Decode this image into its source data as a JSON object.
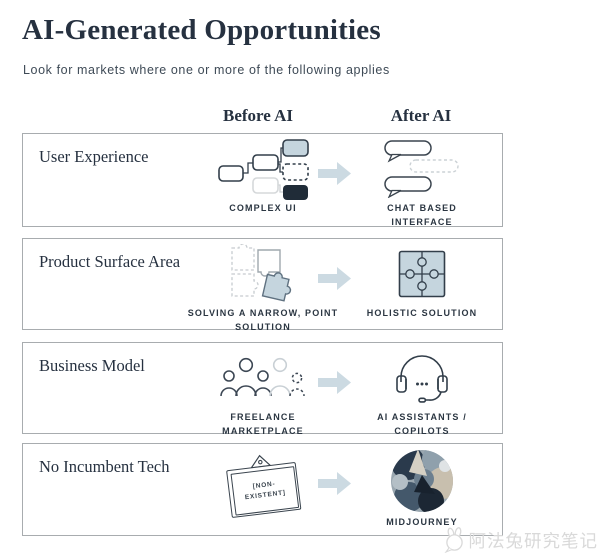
{
  "header": {
    "title": "AI-Generated Opportunities",
    "subtitle": "Look for markets where one or more of the following applies"
  },
  "columns": {
    "before": "Before AI",
    "after": "After AI"
  },
  "rows": [
    {
      "category": "User Experience",
      "before_label": "COMPLEX UI",
      "after_label": "CHAT BASED INTERFACE",
      "before_icon": "complex-ui-icon",
      "after_icon": "chat-bubbles-icon"
    },
    {
      "category": "Product Surface Area",
      "before_label": "SOLVING A NARROW, POINT SOLUTION",
      "after_label": "HOLISTIC SOLUTION",
      "before_icon": "scattered-puzzle-icon",
      "after_icon": "complete-puzzle-icon"
    },
    {
      "category": "Business Model",
      "before_label": "FREELANCE MARKETPLACE",
      "after_label": "AI ASSISTANTS / COPILOTS",
      "before_icon": "people-group-icon",
      "after_icon": "headset-icon"
    },
    {
      "category": "No Incumbent Tech",
      "before_label": "[NON-EXISTENT]",
      "after_label": "MIDJOURNEY",
      "before_icon": "empty-frame-icon",
      "after_icon": "midjourney-artwork-icon"
    }
  ],
  "watermark": {
    "text": "阿法兔研究笔记",
    "icon": "rabbit-icon"
  },
  "colors": {
    "heading_navy": "#263140",
    "arrow_light_blue": "#ccdae2",
    "icon_fill_blue": "#c5d5de",
    "icon_dark_navy": "#202c38",
    "row_border_gray": "#a8acaf",
    "watermark_gray": "#d9d9d9"
  }
}
